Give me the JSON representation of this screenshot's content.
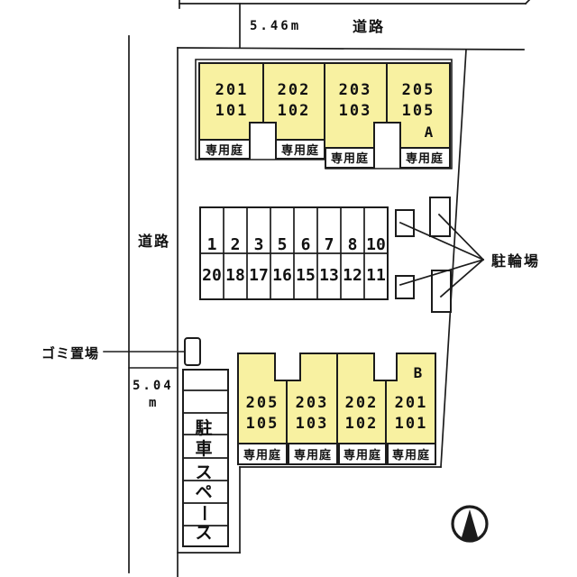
{
  "colors": {
    "unit_fill": "#F8F1A1",
    "line": "#1c1c1c"
  },
  "top_road": {
    "dimension": "5.46m",
    "label": "道路"
  },
  "left_road": {
    "label": "道路",
    "dimension_value": "5.04",
    "dimension_unit": "m"
  },
  "garbage": {
    "label": "ゴミ置場"
  },
  "bicycle": {
    "label": "駐輪場"
  },
  "parking_strip": {
    "label_chars": [
      "駐",
      "車",
      "ス",
      "ペ",
      "ー",
      "ス"
    ]
  },
  "parking_grid": {
    "row1": [
      "1",
      "2",
      "3",
      "5",
      "6",
      "7",
      "8",
      "10"
    ],
    "row2": [
      "20",
      "18",
      "17",
      "16",
      "15",
      "13",
      "12",
      "11"
    ]
  },
  "building_a": {
    "label": "A",
    "garden_label": "専用庭",
    "units": [
      {
        "upper": "201",
        "lower": "101"
      },
      {
        "upper": "202",
        "lower": "102"
      },
      {
        "upper": "203",
        "lower": "103"
      },
      {
        "upper": "205",
        "lower": "105"
      }
    ]
  },
  "building_b": {
    "label": "B",
    "garden_label": "専用庭",
    "units": [
      {
        "upper": "205",
        "lower": "105"
      },
      {
        "upper": "203",
        "lower": "103"
      },
      {
        "upper": "202",
        "lower": "102"
      },
      {
        "upper": "201",
        "lower": "101"
      }
    ]
  },
  "icons": {
    "compass": "north-arrow-icon"
  }
}
